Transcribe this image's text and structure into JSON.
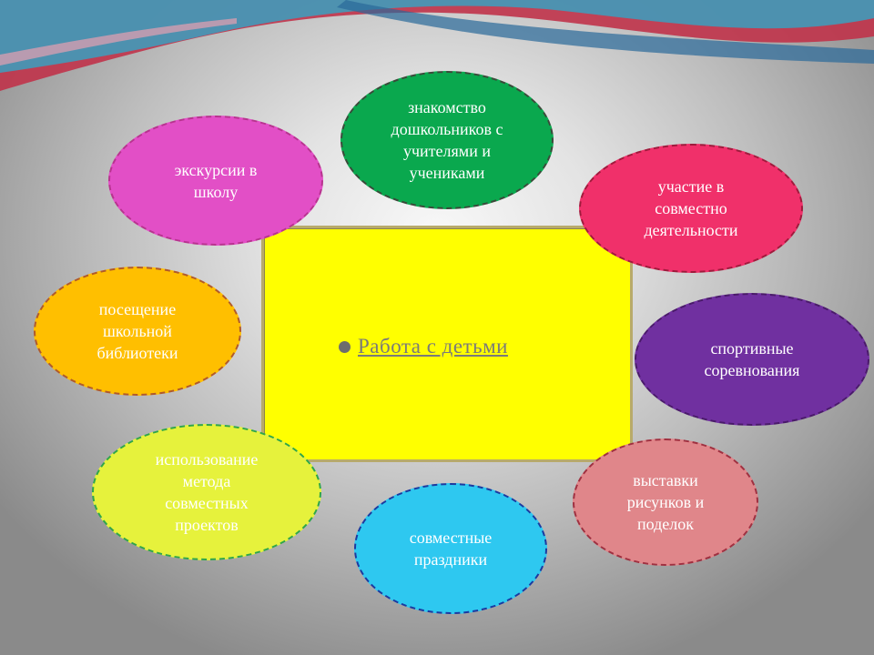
{
  "center": {
    "label": "Работа с детьми"
  },
  "ovals": [
    {
      "id": "green",
      "text": "знакомство\nдошкольников с\nучителями и\nучениками",
      "fill": "#0aa84e",
      "stroke": "#3a4a3a",
      "color": "#ffffff"
    },
    {
      "id": "magenta",
      "text": "экскурсии в\nшколу",
      "fill": "#e24fc6",
      "stroke": "#b8338f",
      "color": "#ffffff"
    },
    {
      "id": "crimson",
      "text": "участие в\nсовместно\nдеятельности",
      "fill": "#f0306a",
      "stroke": "#a01a3c",
      "color": "#ffffff"
    },
    {
      "id": "orange",
      "text": "посещение\nшкольной\nбиблиотеки",
      "fill": "#ffbf00",
      "stroke": "#b05a2a",
      "color": "#ffffff"
    },
    {
      "id": "purple",
      "text": "спортивные\nсоревнования",
      "fill": "#7030a0",
      "stroke": "#4a1a6a",
      "color": "#ffffff"
    },
    {
      "id": "lime",
      "text": "использование\nметода\nсовместных\nпроектов",
      "fill": "#e6f23c",
      "stroke": "#2fa64a",
      "color": "#ffffff"
    },
    {
      "id": "rose",
      "text": "выставки\nрисунков и\nподелок",
      "fill": "#e0868a",
      "stroke": "#a03040",
      "color": "#ffffff"
    },
    {
      "id": "cyan",
      "text": "совместные\nпраздники",
      "fill": "#2ec8f0",
      "stroke": "#1a3aa0",
      "color": "#ffffff"
    }
  ]
}
